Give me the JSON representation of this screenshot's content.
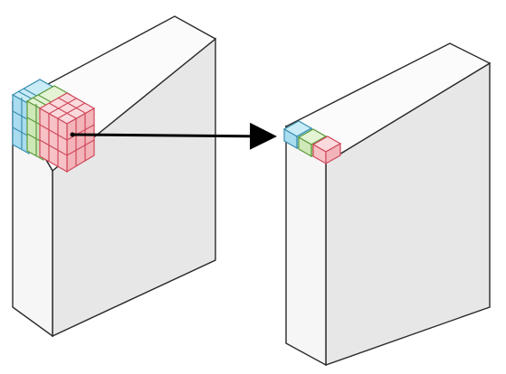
{
  "diagram": {
    "description_free": true,
    "colors": {
      "outline": "#2a2a2a",
      "face_front": "#f6f6f6",
      "face_side": "#e7e7e7",
      "face_top": "#fbfbfb",
      "hidden_edge": "#c8c8c8",
      "arrow": "#000000",
      "channel_blue": "#a9dcef",
      "channel_blue_edge": "#3a8fb0",
      "channel_green": "#cfe8b8",
      "channel_green_edge": "#5c9a3c",
      "channel_red": "#f6c2c6",
      "channel_red_edge": "#d0485a"
    },
    "input_kernel": {
      "rows": 3,
      "cols": 3,
      "channels": [
        "blue",
        "green",
        "red"
      ]
    },
    "output_pixel": {
      "rows": 1,
      "cols": 1,
      "channels": [
        "blue",
        "green",
        "red"
      ]
    }
  }
}
